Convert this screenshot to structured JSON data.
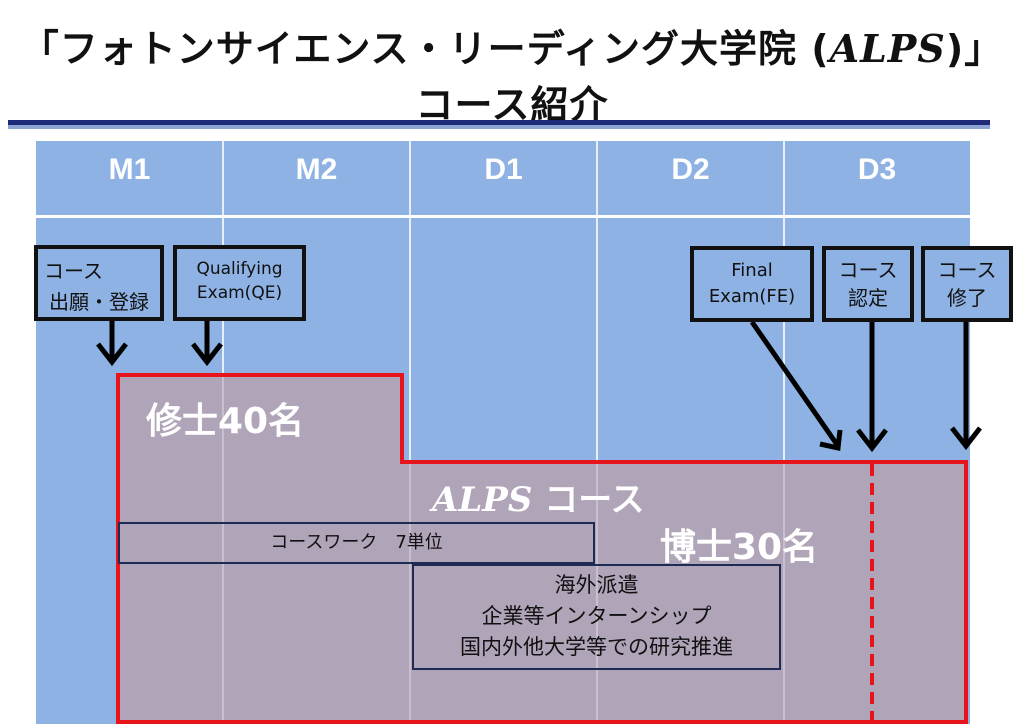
{
  "title": {
    "line1_open": "「フォトンサイエンス・リーディング大学院 (",
    "line1_em": "ALPS",
    "line1_close": ")」",
    "line2": "コース紹介"
  },
  "timeline": {
    "years": [
      "M1",
      "M2",
      "D1",
      "D2",
      "D3"
    ]
  },
  "steps": {
    "application": "コース\n出願・登録",
    "qualifying_exam": "Qualifying\nExam(QE)",
    "final_exam": "Final\nExam(FE)",
    "certification": "コース\n認定",
    "completion": "コース\n修了"
  },
  "course": {
    "name_em": "ALPS",
    "name_rest": " コース",
    "masters_count": "修士40名",
    "doctoral_count": "博士30名",
    "coursework": "コースワーク　7単位",
    "activities": [
      "海外派遣",
      "企業等インターンシップ",
      "国内外他大学等での研究推進"
    ]
  },
  "colors": {
    "timeline_bg": "#8db2e3",
    "course_fill": "#b0a4b8",
    "course_border": "#e8141c",
    "title_rule": "#1f2a78"
  }
}
